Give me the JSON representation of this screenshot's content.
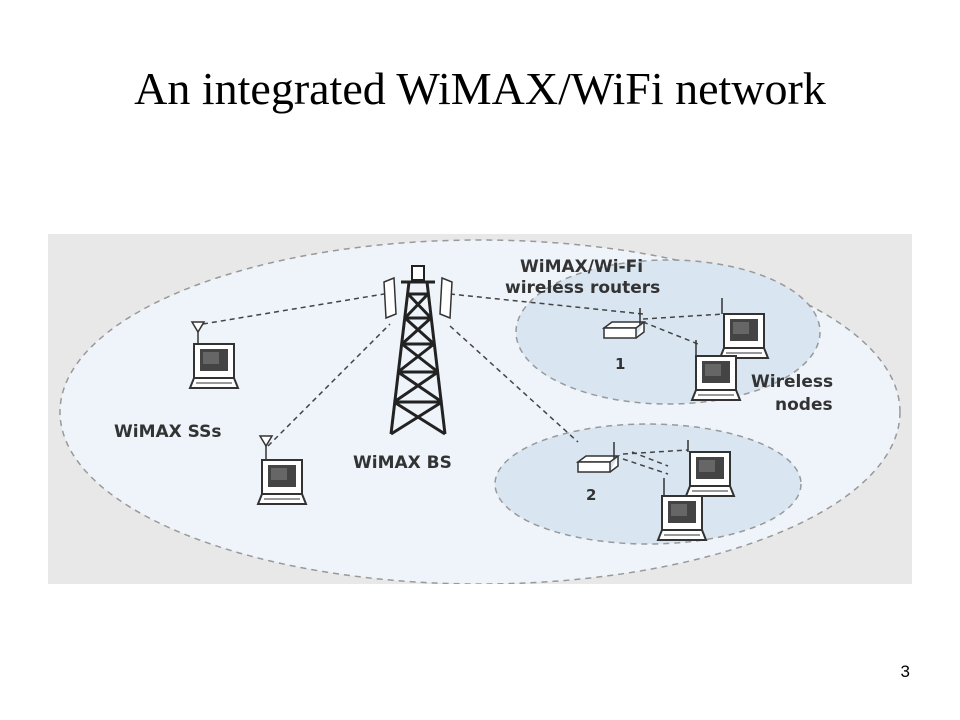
{
  "slide": {
    "title": "An integrated WiMAX/WiFi network",
    "page_number": "3"
  },
  "diagram": {
    "labels": {
      "routers_line1": "WiMAX/Wi-Fi",
      "routers_line2": "wireless routers",
      "subscriber_stations": "WiMAX SSs",
      "base_station": "WiMAX BS",
      "wireless_nodes_line1": "Wireless",
      "wireless_nodes_line2": "nodes",
      "router_1": "1",
      "router_2": "2"
    },
    "colors": {
      "panel_background": "#e8e8e8",
      "coverage_fill": "#eef4fa",
      "cell_fill": "#d9e6f2",
      "ellipse_stroke": "#999999",
      "device_stroke": "#333333"
    },
    "icons": [
      "tower-icon",
      "laptop-icon",
      "router-icon",
      "antenna-icon"
    ]
  }
}
